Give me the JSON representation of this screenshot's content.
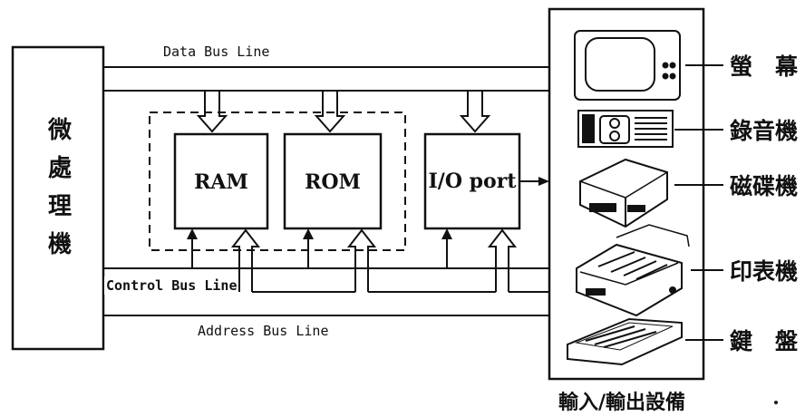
{
  "cpu": {
    "label_chars": [
      "微",
      "處",
      "理",
      "機"
    ]
  },
  "bus": {
    "data_label": "Data Bus Line",
    "control_label": "Control Bus Line",
    "address_label": "Address Bus Line"
  },
  "components": {
    "ram_label": "RAM",
    "rom_label": "ROM",
    "io_label": "I/O port"
  },
  "devices": {
    "monitor": "螢　幕",
    "recorder": "錄音機",
    "disk": "磁碟機",
    "printer": "印表機",
    "keyboard": "鍵　盤",
    "group_title": "輸入/輸出設備"
  }
}
